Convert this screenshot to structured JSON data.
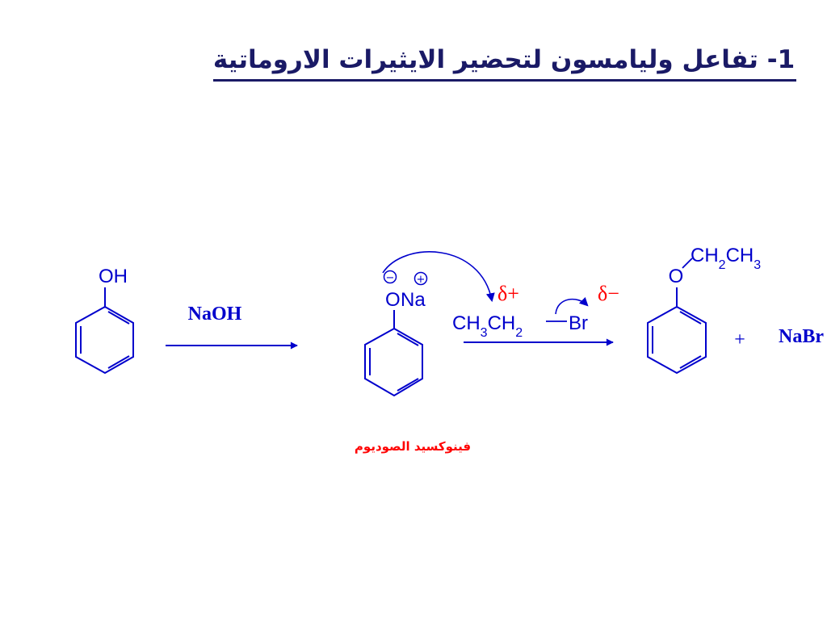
{
  "title": "1- تفاعل وليامسون لتحضير الايثيرات الاروماتية",
  "reactant": {
    "group": "OH"
  },
  "step1": {
    "reagent": "NaOH"
  },
  "intermediate": {
    "O": "O",
    "Na": "Na",
    "negative_charge": "−",
    "positive_charge": "+",
    "name": "فينوكسيد الصوديوم"
  },
  "alkyl_halide": {
    "C1": "CH",
    "C1_sub": "3",
    "C2": "CH",
    "C2_sub": "2",
    "halogen": "Br",
    "delta_plus": "δ+",
    "delta_minus": "δ−"
  },
  "product": {
    "O": "O",
    "R1": "CH",
    "R1_sub": "2",
    "R2": "CH",
    "R2_sub": "3"
  },
  "plus": "+",
  "byproduct": "NaBr",
  "colors": {
    "structure": "#0000cc",
    "title": "#1a1a66",
    "partial_charge": "#ff0000",
    "name_label": "#ff0000"
  }
}
